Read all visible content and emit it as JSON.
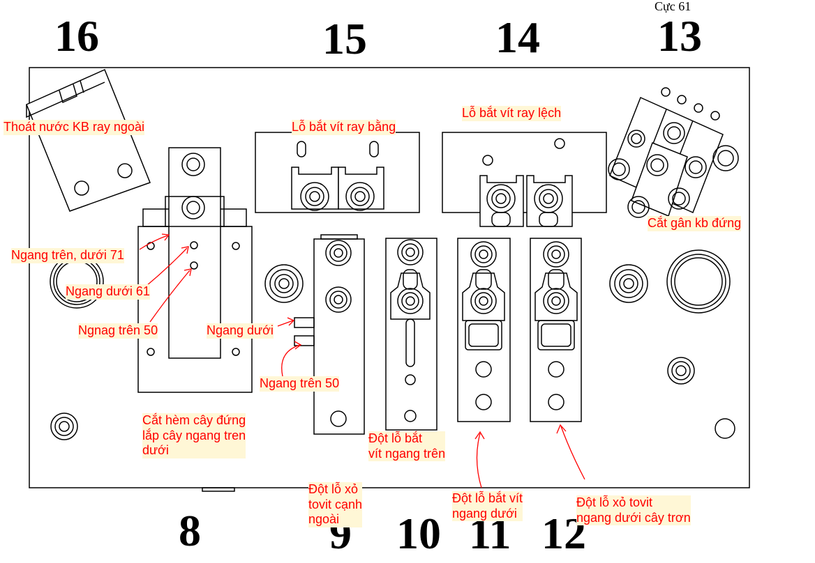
{
  "top_cut_text": "Cực 61",
  "station_numbers": [
    "16",
    "15",
    "14",
    "13",
    "8",
    "9",
    "10",
    "11",
    "12"
  ],
  "annotations": {
    "thoat_nuoc": "Thoát nước KB ray ngoài",
    "lo_bat_vit_ray_bang": "Lỗ bắt vít ray bằng",
    "lo_bat_vit_ray_lech": "Lỗ bắt vít ray lệch",
    "cat_gan_kb_dung": "Cắt gân kb đứng",
    "ngang_tren_duoi_71": "Ngang trên, dưới 71",
    "ngang_duoi_61": "Ngang dưới 61",
    "ngnag_tren_50": "Ngnag trên 50",
    "ngang_duoi": "Ngang dưới",
    "ngang_tren_50": "Ngang trên 50",
    "cat_hem": "Cắt hèm cây đứng\nlắp cây ngang tren\ndưới",
    "dot_lo_bat_vit_ngang_tren": "Đột lỗ bắt\nvít ngang trên",
    "dot_lo_xo_tovit_canh_ngoai": "Đột lỗ xỏ\ntovit cạnh\nngoài",
    "dot_lo_bat_vit_ngang_duoi": "Đột lỗ bắt vít\nngang dưới",
    "dot_lo_xo_tovit_ngang_duoi_cay_tron": "Đột lỗ xỏ tovit\nngang dưới cây trơn"
  },
  "colors": {
    "line": "#000000",
    "annotation_text": "#ff0000",
    "annotation_bg": "#fff7d6",
    "background": "#ffffff"
  }
}
